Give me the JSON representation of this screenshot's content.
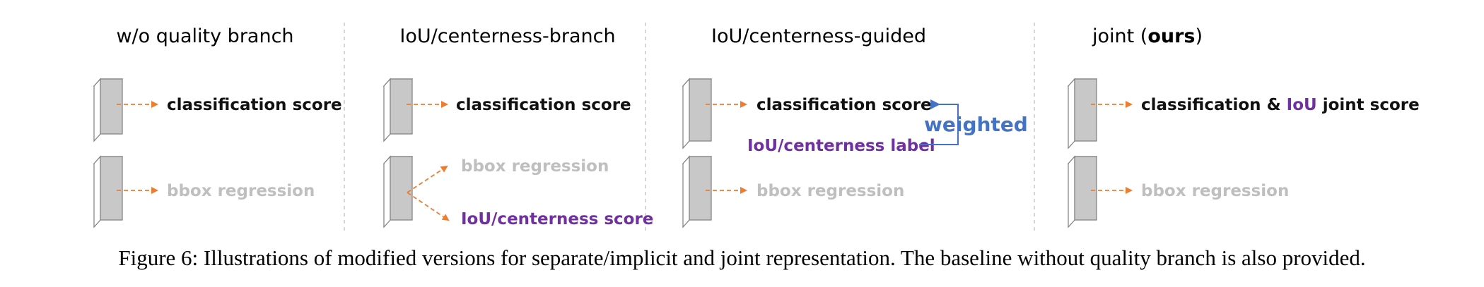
{
  "colors": {
    "arrow": "#ed7d31",
    "weighted": "#4472c4",
    "purple": "#7030a0",
    "gray_text": "#bfbfbf",
    "block_fill": "#c8c8c8",
    "divider": "#c8c8c8"
  },
  "panels": [
    {
      "title": "w/o quality branch",
      "classification_label": "classification score",
      "bbox_label": "bbox regression"
    },
    {
      "title": "IoU/centerness-branch",
      "classification_label": "classification score",
      "bbox_label": "bbox regression",
      "quality_label": "IoU/centerness score"
    },
    {
      "title": "IoU/centerness-guided",
      "classification_label": "classification score",
      "bbox_label": "bbox regression",
      "label_text": "IoU/centerness label",
      "weighted_text": "weighted"
    },
    {
      "title_prefix": "joint (",
      "title_bold": "ours",
      "title_suffix": ")",
      "joint_prefix": "classification & ",
      "joint_iou": "IoU",
      "joint_suffix": " joint score",
      "bbox_label": "bbox regression"
    }
  ],
  "caption": "Figure 6: Illustrations of modified versions for separate/implicit and joint representation. The baseline without quality branch is also provided."
}
